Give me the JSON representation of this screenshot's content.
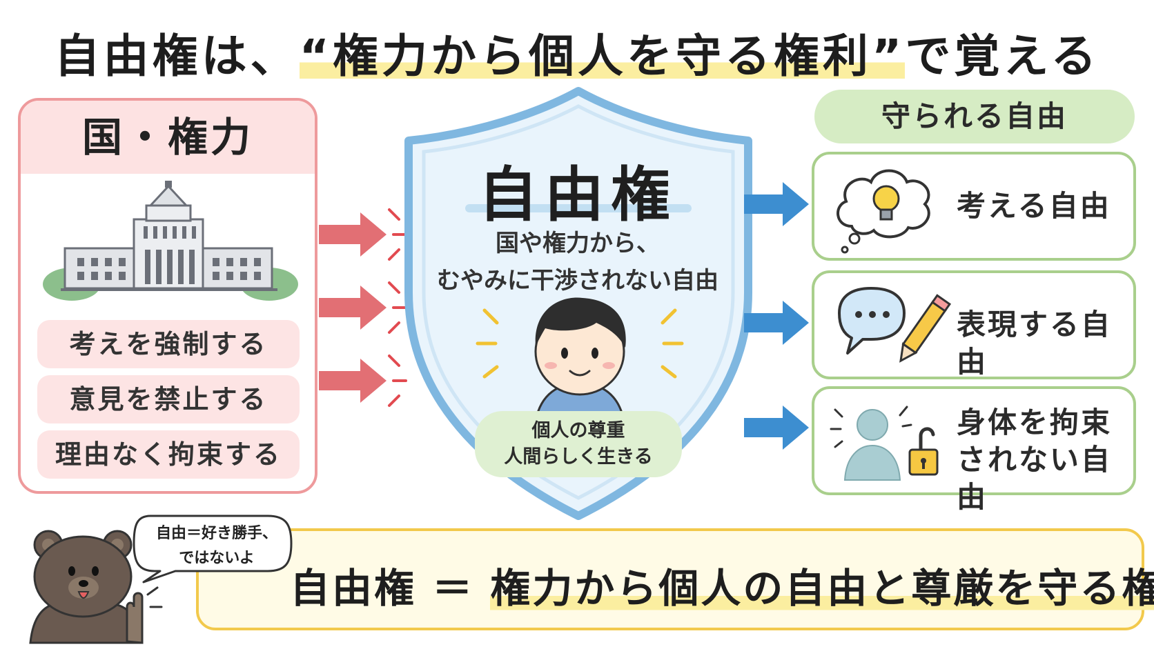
{
  "title": {
    "pre": "自由権は、",
    "highlight": "“権力から個人を守る権利”",
    "post": "で覚える"
  },
  "left_panel": {
    "heading": "国・権力",
    "actions": [
      "考えを強制する",
      "意見を禁止する",
      "理由なく拘束する"
    ]
  },
  "shield": {
    "title": "自由権",
    "desc_line1": "国や権力から、",
    "desc_line2": "むやみに干渉されない自由",
    "dignity_line1": "個人の尊重",
    "dignity_line2": "人間らしく生きる"
  },
  "right_panel": {
    "heading": "守られる自由",
    "items": [
      {
        "label_line1": "考える自由",
        "label_line2": "",
        "icon": "thought-bubble-lightbulb-icon"
      },
      {
        "label_line1": "表現する自由",
        "label_line2": "",
        "icon": "speech-bubble-pencil-icon"
      },
      {
        "label_line1": "身体を拘束",
        "label_line2": "されない自由",
        "icon": "person-unlock-icon"
      }
    ]
  },
  "bubble": {
    "line1": "自由＝好き勝手、",
    "line2": "ではないよ"
  },
  "summary": {
    "pre": "自由権 ＝ ",
    "highlight": "権力から個人の自由と尊厳を守る権利"
  },
  "colors": {
    "red_accent": "#ee9a9c",
    "red_fill": "#fde4e4",
    "shield_border": "#7fb7e0",
    "shield_fill": "#e9f4fc",
    "green_border": "#a9cf8c",
    "green_fill": "#d6ecc4",
    "blue_arrow": "#3d8ed0",
    "yellow_border": "#f2c94c",
    "highlight": "#fbeea0"
  }
}
